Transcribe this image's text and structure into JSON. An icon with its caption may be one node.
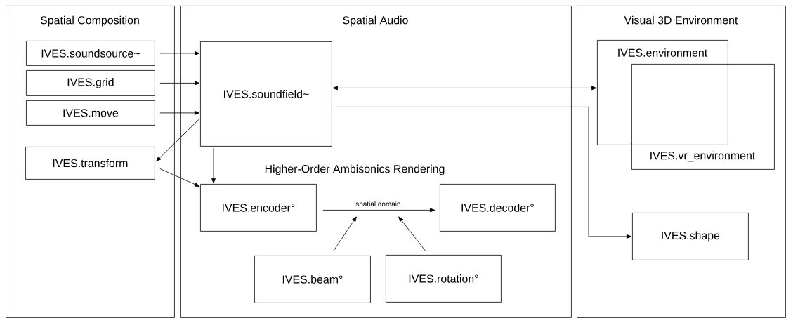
{
  "diagram": {
    "nodes": [
      {
        "text": [
          "Spatial Composition"
        ]
      },
      {
        "text": [
          "IVES.soundsource~"
        ],
        "in": 0
      },
      {
        "text": [
          "IVES.grid"
        ],
        "in": 0
      },
      {
        "text": [
          "IVES.move"
        ],
        "in": 0
      },
      {
        "text": [
          "IVES.transform"
        ],
        "in": 0
      },
      {
        "text": [
          "Spatial Audio"
        ]
      },
      {
        "text": [
          "IVES.soundfield~"
        ],
        "in": 5
      },
      {
        "text": [
          "IVES.encoder°"
        ],
        "in": 5
      },
      {
        "text": [
          "IVES.decoder°"
        ],
        "in": 5
      },
      {
        "text": [
          "IVES.beam°"
        ],
        "in": 5
      },
      {
        "text": [
          "IVES.rotation°"
        ],
        "in": 5
      },
      {
        "text": [
          "Visual 3D Environment"
        ]
      },
      {
        "text": [
          "IVES.environment"
        ],
        "in": 11
      },
      {
        "text": [
          "IVES.vr_environment"
        ],
        "in": 11
      },
      {
        "text": [
          "IVES.shape"
        ],
        "in": 11
      }
    ],
    "edges": [
      {
        "from": 1,
        "to": 6,
        "arrow": "to"
      },
      {
        "from": 2,
        "to": 6,
        "arrow": "to"
      },
      {
        "from": 3,
        "to": 6,
        "arrow": "to"
      },
      {
        "from": 6,
        "to": 4,
        "arrow": "to"
      },
      {
        "from": 4,
        "to": 7,
        "arrow": "to"
      },
      {
        "from": 6,
        "to": 7,
        "arrow": "to"
      },
      {
        "from": 6,
        "to": 12,
        "arrow": "both"
      },
      {
        "from": 6,
        "to": 14,
        "arrow": "to"
      },
      {
        "from": 7,
        "to": 8,
        "arrow": "to",
        "label": "spatial domain"
      },
      {
        "from": 9,
        "to": null,
        "arrow": "to"
      },
      {
        "from": 10,
        "to": null,
        "arrow": "to"
      }
    ],
    "labels": [
      "Higher-Order Ambisonics Rendering"
    ]
  }
}
